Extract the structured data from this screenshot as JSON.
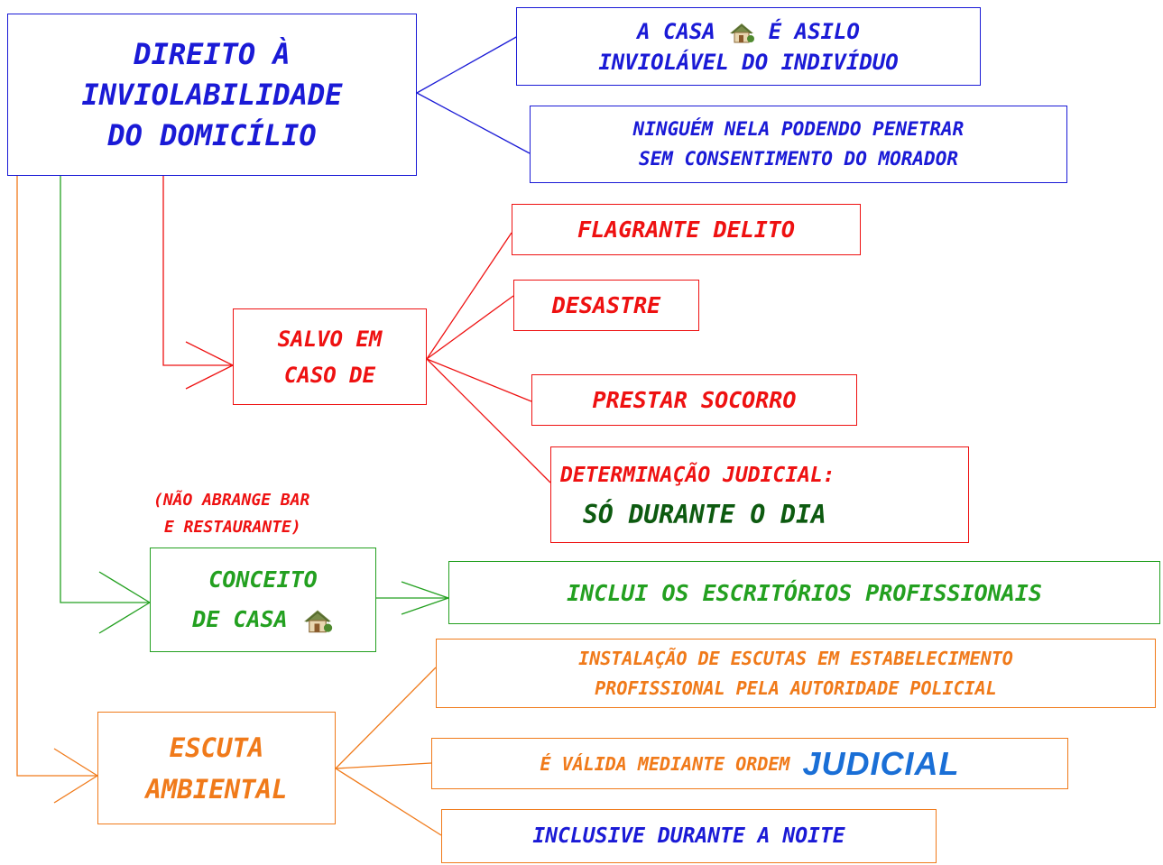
{
  "main": {
    "lines": [
      "DIREITO À",
      "INVIOLABILIDADE",
      "DO DOMICÍLIO"
    ]
  },
  "blue_nodes": {
    "asilo": {
      "line1_pre": "A CASA",
      "line1_post": "É ASILO",
      "line2": "INVIOLÁVEL DO INDIVÍDUO"
    },
    "ninguem": {
      "lines": [
        "NINGUÉM NELA PODENDO PENETRAR",
        "SEM CONSENTIMENTO DO MORADOR"
      ]
    }
  },
  "red_nodes": {
    "salvo": {
      "lines": [
        "SALVO EM",
        "CASO DE"
      ]
    },
    "flagrante": "FLAGRANTE DELITO",
    "desastre": "DESASTRE",
    "socorro": "PRESTAR SOCORRO",
    "determinacao": {
      "line1": "DETERMINAÇÃO JUDICIAL:",
      "line2": "SÓ DURANTE O DIA"
    }
  },
  "green_nodes": {
    "note": {
      "lines": [
        "(NÃO ABRANGE BAR",
        "E RESTAURANTE)"
      ]
    },
    "conceito": {
      "line1": "CONCEITO",
      "line2": "DE CASA"
    },
    "inclui": "INCLUI OS ESCRITÓRIOS PROFISSIONAIS"
  },
  "orange_nodes": {
    "escuta": {
      "lines": [
        "ESCUTA",
        "AMBIENTAL"
      ]
    },
    "instalacao": {
      "lines": [
        "INSTALAÇÃO DE ESCUTAS EM ESTABELECIMENTO",
        "PROFISSIONAL PELA AUTORIDADE POLICIAL"
      ]
    },
    "valida": {
      "text": "É VÁLIDA MEDIANTE ORDEM",
      "emphasis": "JUDICIAL"
    },
    "noite": "INCLUSIVE DURANTE A NOITE"
  },
  "icons": [
    "house-icon"
  ],
  "colors": {
    "blue": "#1a1ad6",
    "red": "#ee1111",
    "green": "#23a020",
    "dark_green": "#0d5a10",
    "orange": "#f07a1a",
    "judicial_blue": "#1a6fd6"
  }
}
